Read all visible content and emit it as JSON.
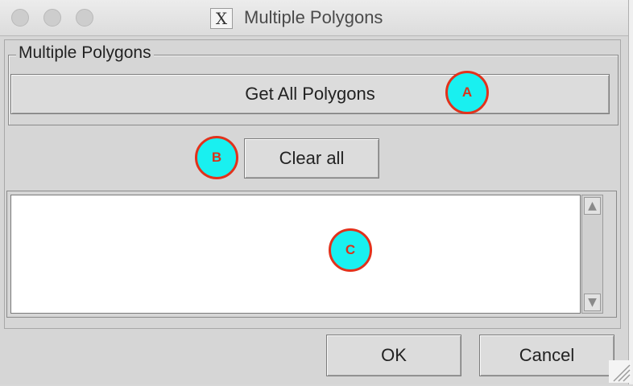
{
  "window": {
    "title": "Multiple Polygons",
    "app_icon": "x11-icon"
  },
  "group": {
    "legend": "Multiple Polygons",
    "get_all_label": "Get All Polygons"
  },
  "clear_label": "Clear all",
  "markers": {
    "a": "A",
    "b": "B",
    "c": "C"
  },
  "footer": {
    "ok_label": "OK",
    "cancel_label": "Cancel"
  },
  "scrollbar": {
    "up": "▲",
    "down": "▼"
  },
  "colors": {
    "marker_fill": "#19f0f0",
    "marker_ring": "#e2321c"
  }
}
